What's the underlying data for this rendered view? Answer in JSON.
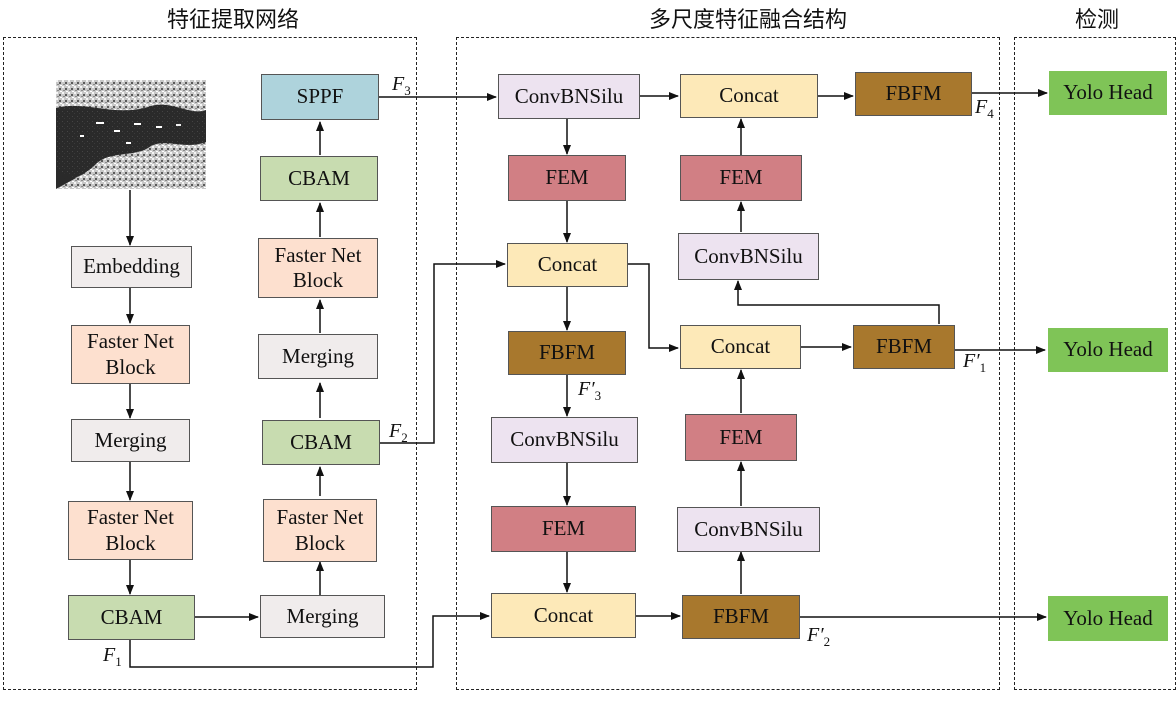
{
  "sections": {
    "backbone_title": "特征提取网络",
    "fusion_title": "多尺度特征融合结构",
    "detect_title": "检测"
  },
  "backbone": {
    "embedding": "Embedding",
    "faster_block_1": "Faster Net\nBlock",
    "merging_1": "Merging",
    "faster_block_2": "Faster Net\nBlock",
    "cbam_1": "CBAM",
    "merging_2": "Merging",
    "faster_block_3": "Faster Net\nBlock",
    "cbam_2": "CBAM",
    "merging_3": "Merging",
    "faster_block_4": "Faster Net\nBlock",
    "cbam_3": "CBAM",
    "sppf": "SPPF"
  },
  "fusion": {
    "convbnsilu_top_left": "ConvBNSilu",
    "fem_1": "FEM",
    "concat_1": "Concat",
    "fbfm_1": "FBFM",
    "convbnsilu_mid_left": "ConvBNSilu",
    "fem_2": "FEM",
    "concat_bottom": "Concat",
    "fbfm_bottom": "FBFM",
    "convbnsilu_bottom_right": "ConvBNSilu",
    "fem_3": "FEM",
    "concat_mid_right": "Concat",
    "fbfm_mid_right": "FBFM",
    "convbnsilu_upper_right": "ConvBNSilu",
    "fem_4": "FEM",
    "concat_top_right": "Concat",
    "fbfm_top_right": "FBFM"
  },
  "detect": {
    "head_top": "Yolo Head",
    "head_mid": "Yolo Head",
    "head_bottom": "Yolo Head"
  },
  "feature_labels": {
    "f1": {
      "base": "F",
      "sub": "1"
    },
    "f2": {
      "base": "F",
      "sub": "2"
    },
    "f3": {
      "base": "F",
      "sub": "3"
    },
    "f4": {
      "base": "F",
      "sub": "4"
    },
    "f1p": {
      "base": "F′",
      "sub": "1"
    },
    "f2p": {
      "base": "F′",
      "sub": "2"
    },
    "f3p": {
      "base": "F′",
      "sub": "3"
    }
  },
  "colors": {
    "gray": "#f0ecec",
    "peach": "#fde0cf",
    "green": "#c8dcb0",
    "cyan": "#aed3dc",
    "lavender": "#ede3f0",
    "fem_red": "#d17f84",
    "concat_yellow": "#fde9b8",
    "fbfm_brown": "#a8782d",
    "head_green": "#7fc457"
  }
}
